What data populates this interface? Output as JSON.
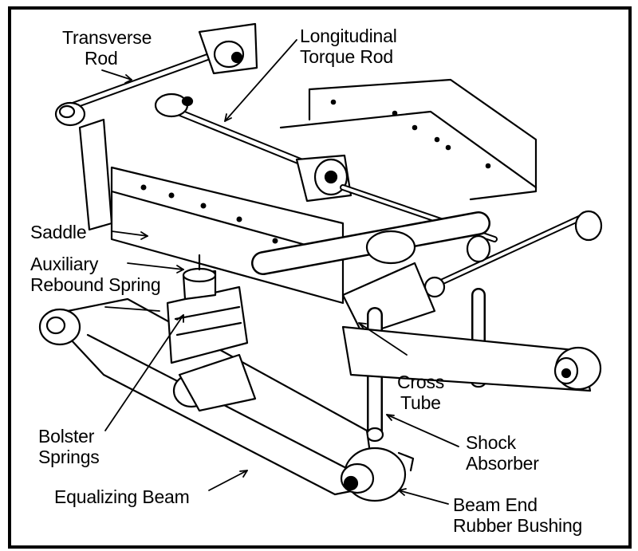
{
  "labels": {
    "transverse_rod": [
      "Transverse",
      "Rod"
    ],
    "longitudinal_torque_rod": [
      "Longitudinal",
      "Torque Rod"
    ],
    "saddle": [
      "Saddle"
    ],
    "auxiliary_rebound_spring": [
      "Auxiliary",
      "Rebound Spring"
    ],
    "bolster_springs": [
      "Bolster",
      "Springs"
    ],
    "cross_tube": [
      "Cross",
      "Tube"
    ],
    "shock_absorber": [
      "Shock",
      "Absorber"
    ],
    "equalizing_beam": [
      "Equalizing Beam"
    ],
    "beam_end_rubber_bushing": [
      "Beam End",
      "Rubber Bushing"
    ]
  },
  "colors": {
    "ink": "#000000",
    "paper": "#ffffff",
    "shade": "#e6e6e6"
  }
}
